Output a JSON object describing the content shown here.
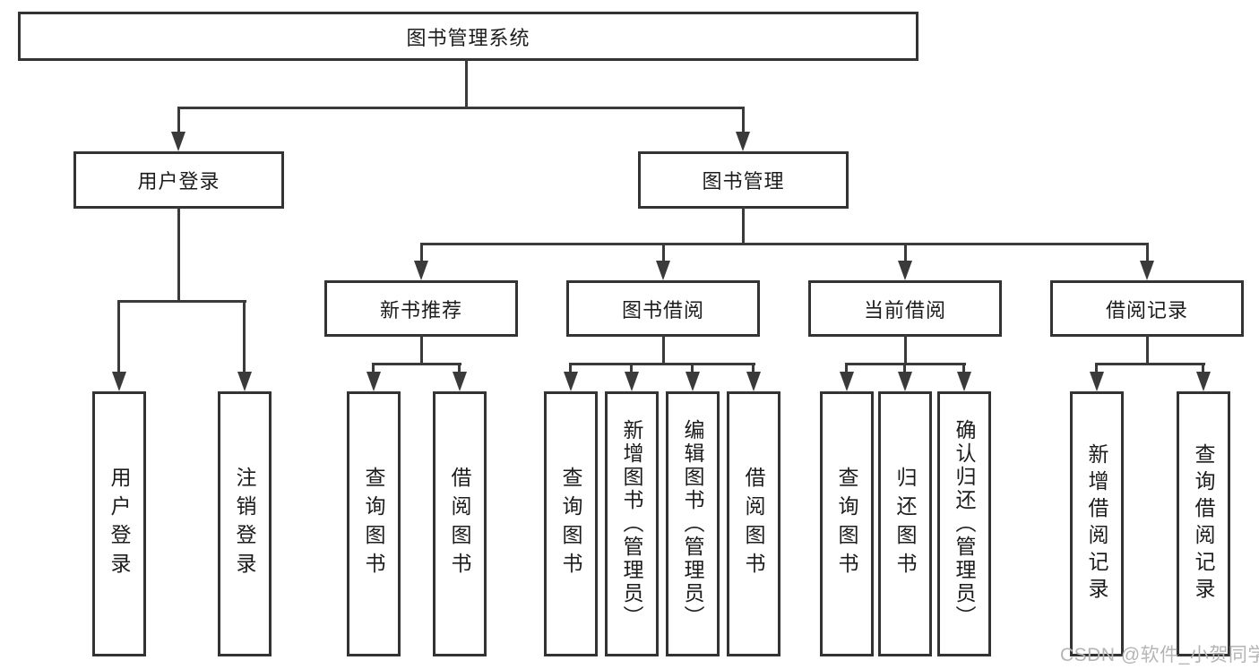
{
  "diagram": {
    "root": {
      "label": "图书管理系统"
    },
    "branches": [
      {
        "label": "用户登录",
        "children": [
          {
            "label": "用户登录"
          },
          {
            "label": "注销登录"
          }
        ]
      },
      {
        "label": "图书管理",
        "children": [
          {
            "label": "新书推荐",
            "children": [
              {
                "label": "查询图书"
              },
              {
                "label": "借阅图书"
              }
            ]
          },
          {
            "label": "图书借阅",
            "children": [
              {
                "label": "查询图书"
              },
              {
                "label": "新增图书（管理员）"
              },
              {
                "label": "编辑图书（管理员）"
              },
              {
                "label": "借阅图书"
              }
            ]
          },
          {
            "label": "当前借阅",
            "children": [
              {
                "label": "查询图书"
              },
              {
                "label": "归还图书"
              },
              {
                "label": "确认归还（管理员）"
              }
            ]
          },
          {
            "label": "借阅记录",
            "children": [
              {
                "label": "新增借阅记录"
              },
              {
                "label": "查询借阅记录"
              }
            ]
          }
        ]
      }
    ]
  },
  "watermark": {
    "text": "CSDN @软件_小贺同学"
  },
  "colors": {
    "line": "#3a3a3a",
    "box_border": "#333333",
    "text": "#1c1c1c",
    "watermark": "#b5b5b5",
    "background": "#ffffff"
  }
}
